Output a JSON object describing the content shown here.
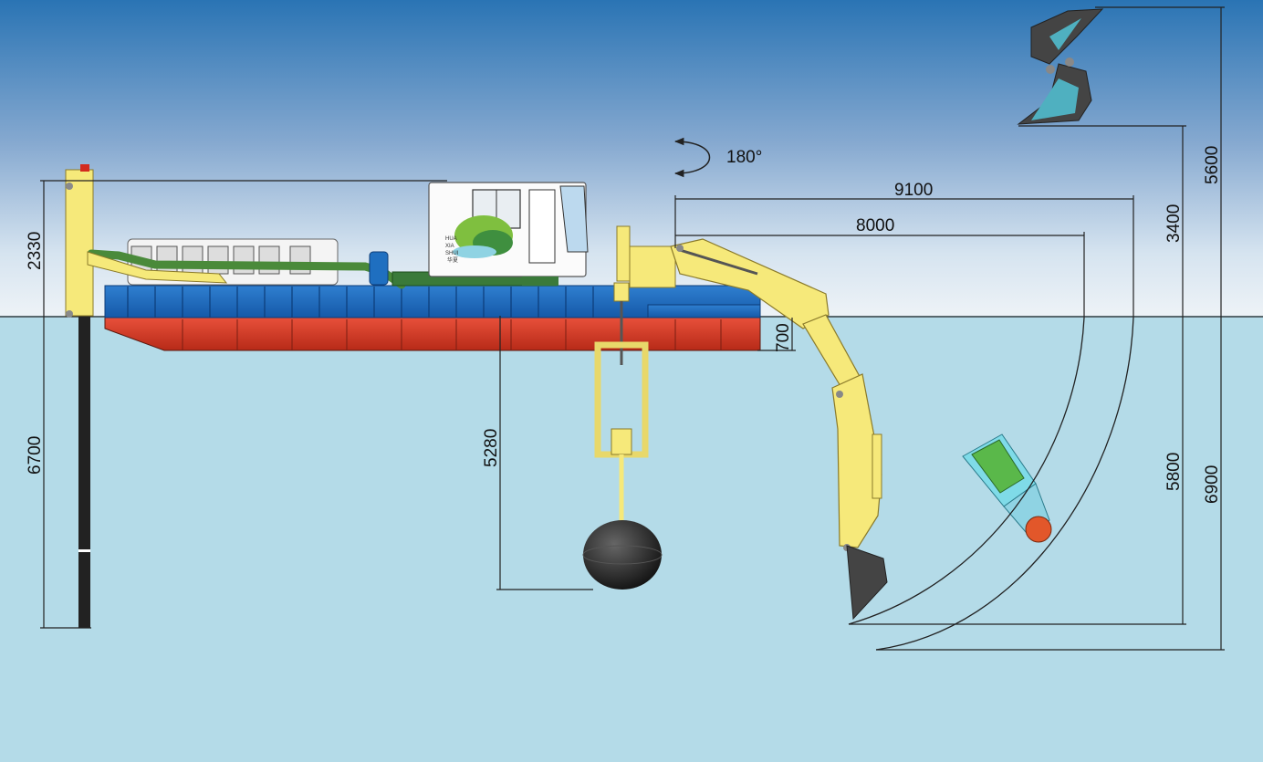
{
  "drawing": {
    "rotation_label": "180°",
    "dimensions": {
      "pile_height_above_water": "2330",
      "pile_depth_below_water": "6700",
      "hull_draft": "700",
      "anchor_float_depth": "5280",
      "max_reach_9100": "9100",
      "reach_8000": "8000",
      "bucket_dump_height": "5600",
      "grab_dump_height": "3400",
      "dig_depth_5800": "5800",
      "dig_depth_6900": "6900"
    },
    "cabin_logo": {
      "line1": "HUA",
      "line2": "XIA",
      "line3": "SHUI",
      "line4": "华夏"
    }
  }
}
